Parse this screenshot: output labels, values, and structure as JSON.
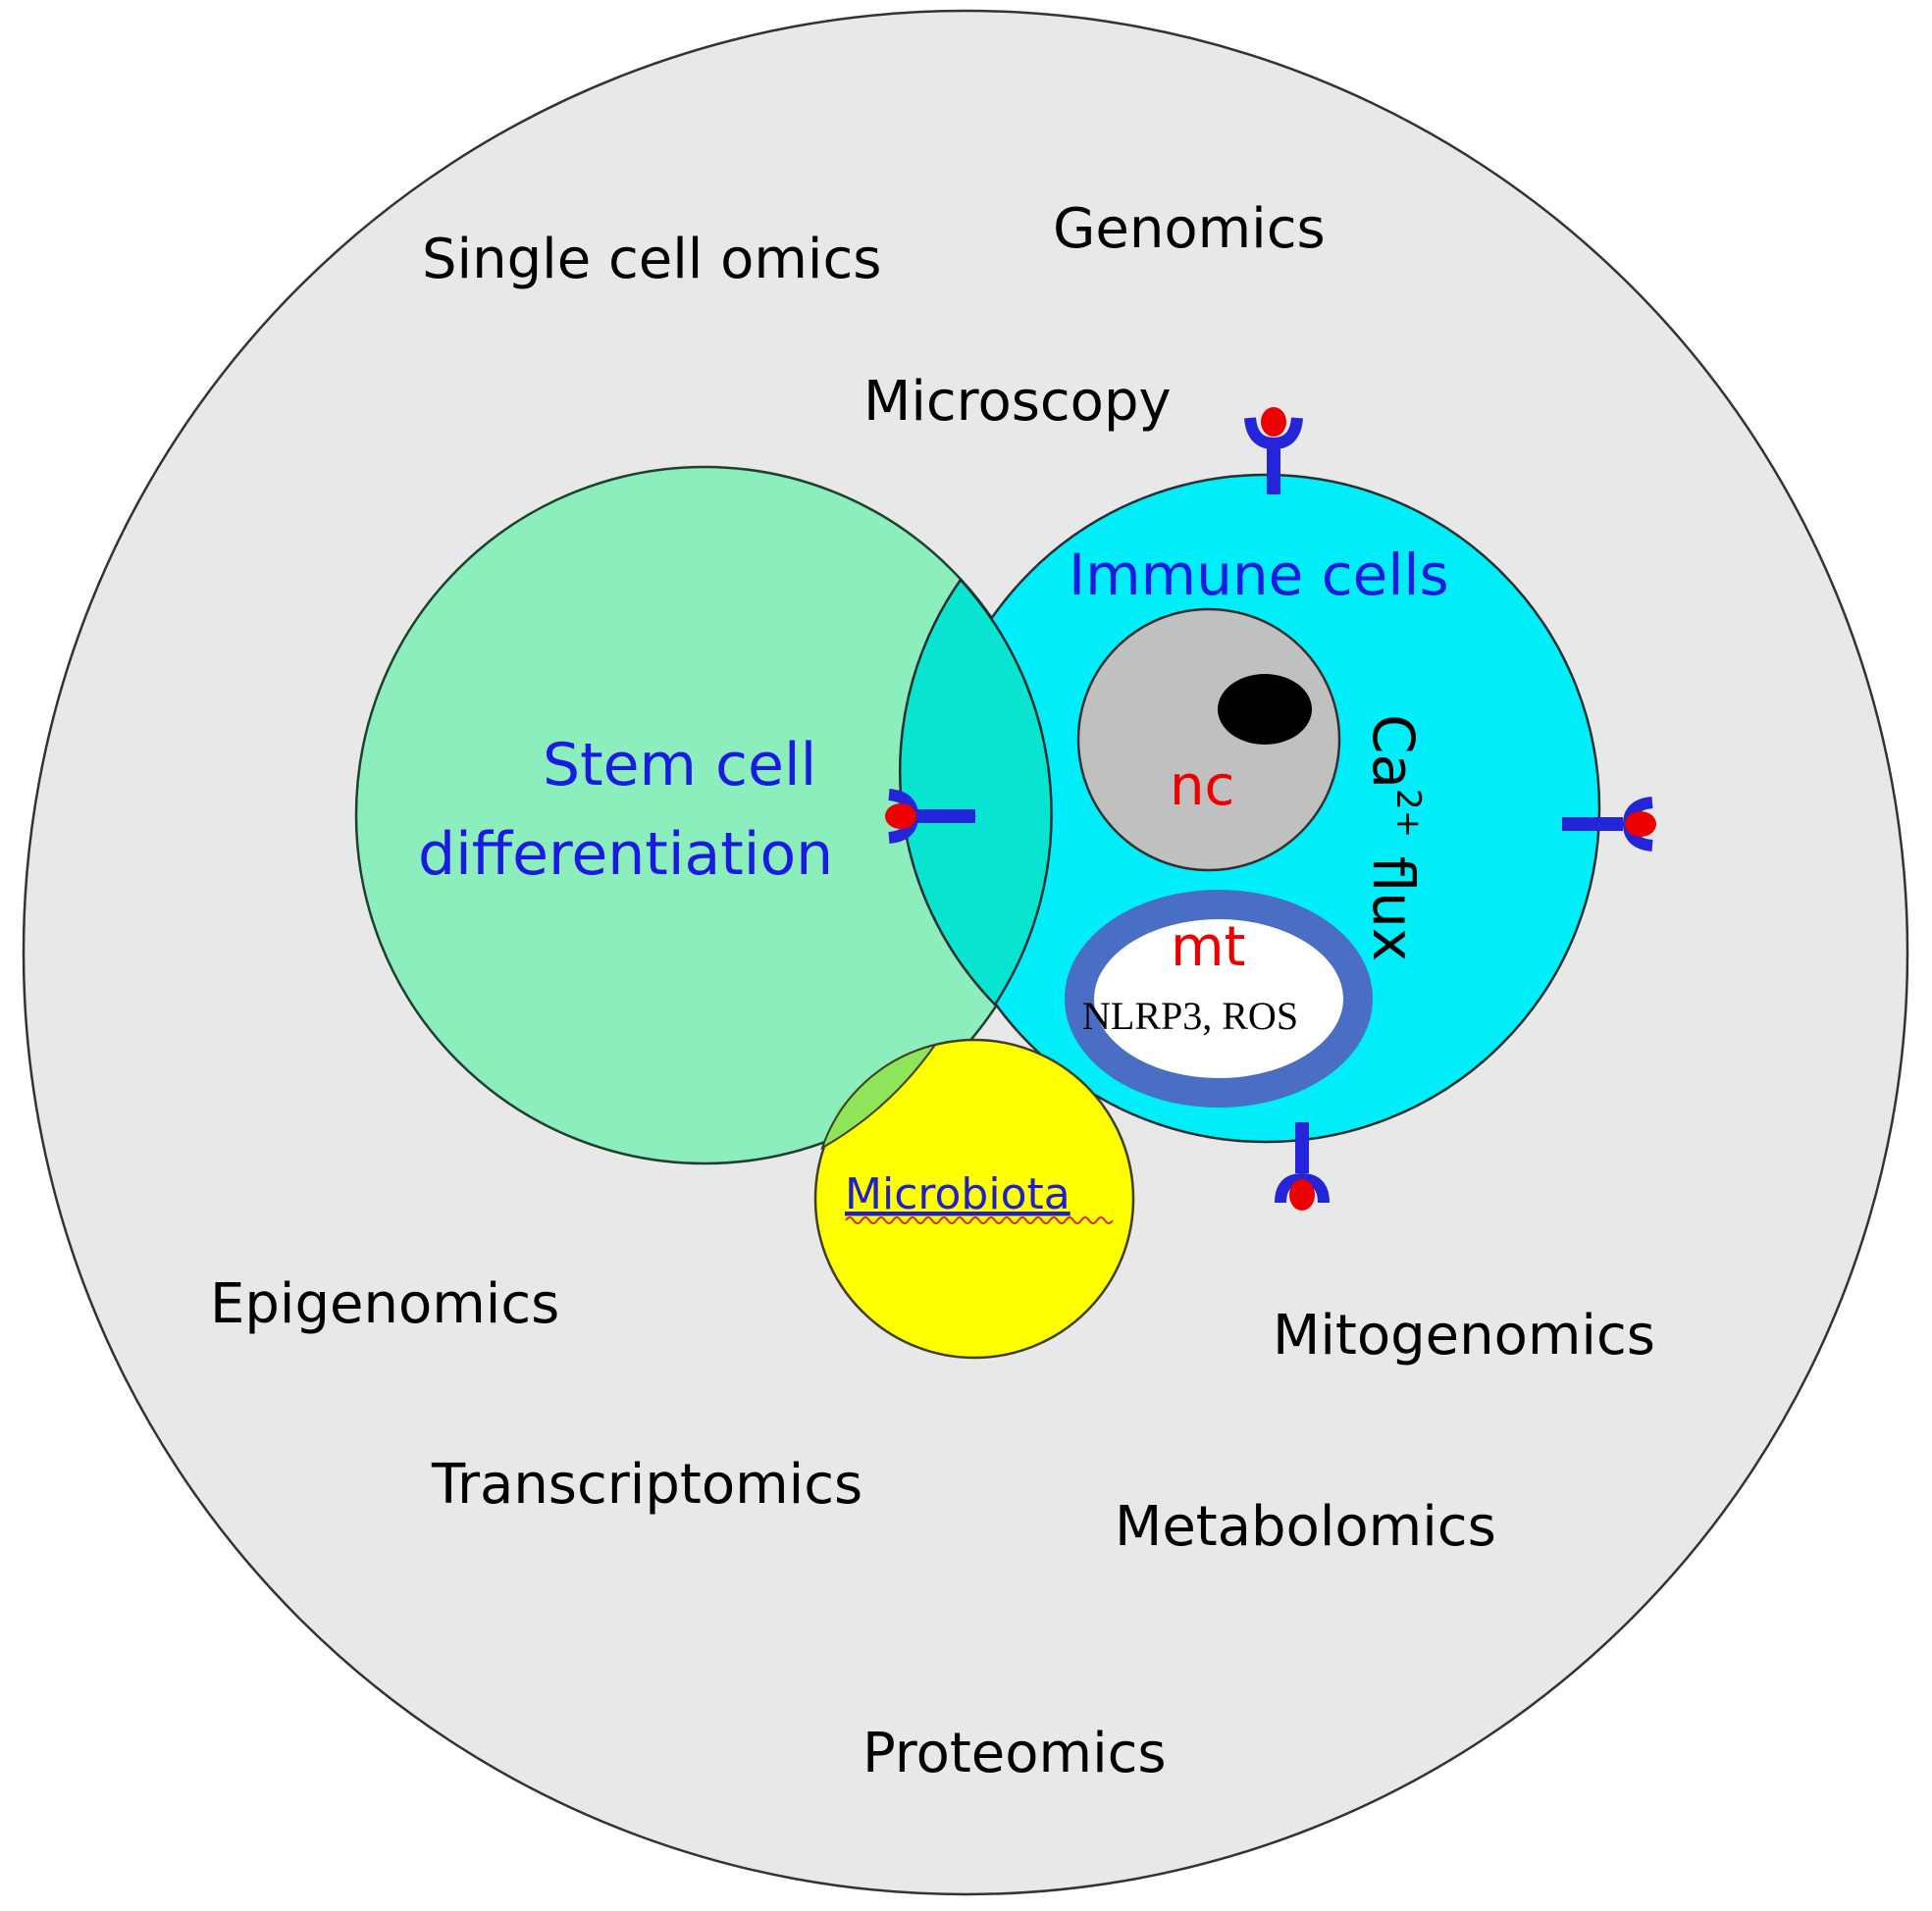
{
  "colors": {
    "background": "#e9e8e9",
    "stem_cell": "#8beebc",
    "immune_cell": "#00eefa",
    "overlap": "#08e4cf",
    "microbiota": "#ffff00",
    "nucleus": "#c0c0c0",
    "mito_ring": "#4a6ec4",
    "receptor": "#2424d8",
    "ligand": "#ee0000",
    "blue_text": "#1a1ae0",
    "red_text": "#ee0000"
  },
  "labels": {
    "single_cell_omics": "Single cell omics",
    "genomics": "Genomics",
    "microscopy": "Microscopy",
    "epigenomics": "Epigenomics",
    "mitogenomics": "Mitogenomics",
    "transcriptomics": "Transcriptomics",
    "metabolomics": "Metabolomics",
    "proteomics": "Proteomics",
    "immune_cells": "Immune cells",
    "stem_cell_line1": "Stem cell",
    "stem_cell_line2": "differentiation",
    "microbiota": "Microbiota",
    "nucleus": "nc",
    "mitochondria": "mt",
    "mito_markers": "NLRP3, ROS",
    "calcium_ca": "Ca",
    "calcium_sup": "2+",
    "calcium_flux": " flux"
  },
  "icons": [
    "receptor-icon",
    "ligand-icon"
  ]
}
